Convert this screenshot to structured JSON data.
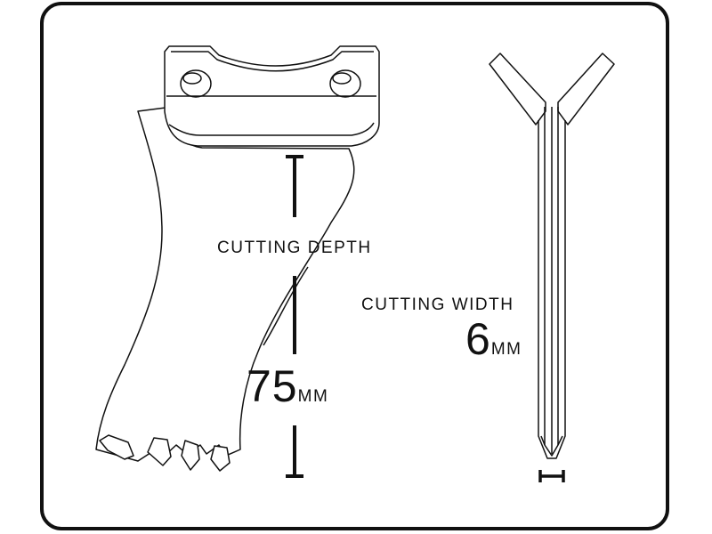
{
  "depth": {
    "caption": "CUTTING DEPTH",
    "value": "75",
    "unit": "MM"
  },
  "width": {
    "caption": "CUTTING WIDTH",
    "value": "6",
    "unit": "MM"
  },
  "colors": {
    "stroke": "#111111",
    "background": "#ffffff"
  }
}
